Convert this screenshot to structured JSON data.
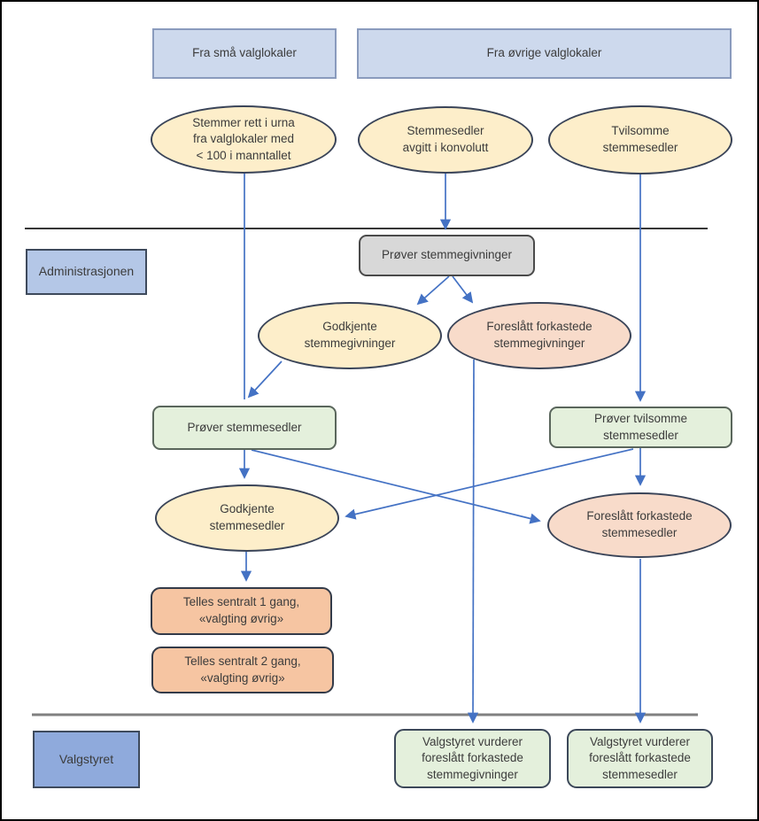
{
  "diagram": {
    "sources": {
      "small": "Fra små valglokaler",
      "other": "Fra øvrige valglokaler"
    },
    "lanes": {
      "administration": "Administrasjonen",
      "election_board": "Valgstyret"
    },
    "nodes": {
      "urn_votes": "Stemmer rett i urna\nfra valglokaler med\n< 100 i manntallet",
      "envelope_votes": "Stemmesedler\navgitt i konvolutt",
      "doubtful_ballots": "Tvilsomme\nstemmesedler",
      "check_votes": "Prøver stemmegivninger",
      "approved_votes": "Godkjente\nstemmegivninger",
      "proposed_rejected_votes": "Foreslått forkastede\nstemmegivninger",
      "check_ballots": "Prøver stemmesedler",
      "check_doubtful_ballots": "Prøver tvilsomme\nstemmesedler",
      "approved_ballots": "Godkjente\nstemmesedler",
      "proposed_rejected_ballots": "Foreslått forkastede\nstemmesedler",
      "count_central_1": "Telles sentralt 1 gang,\n«valgting øvrig»",
      "count_central_2": "Telles sentralt 2 gang,\n«valgting øvrig»",
      "board_reviews_votes": "Valgstyret vurderer\nforeslått forkastede\nstemmegivninger",
      "board_reviews_ballots": "Valgstyret vurderer\nforeslått forkastede\nstemmesedler"
    },
    "colors": {
      "arrow": "#4472c4",
      "source_fill": "#cdd9ed",
      "lane_admin_fill": "#b4c7e7",
      "lane_board_fill": "#8faadc",
      "yellow_fill": "#fdeeca",
      "pink_fill": "#f8dbca",
      "gray_fill": "#d8d8d8",
      "green_fill": "#e4f0dc",
      "orange_fill": "#f6c5a2"
    }
  }
}
